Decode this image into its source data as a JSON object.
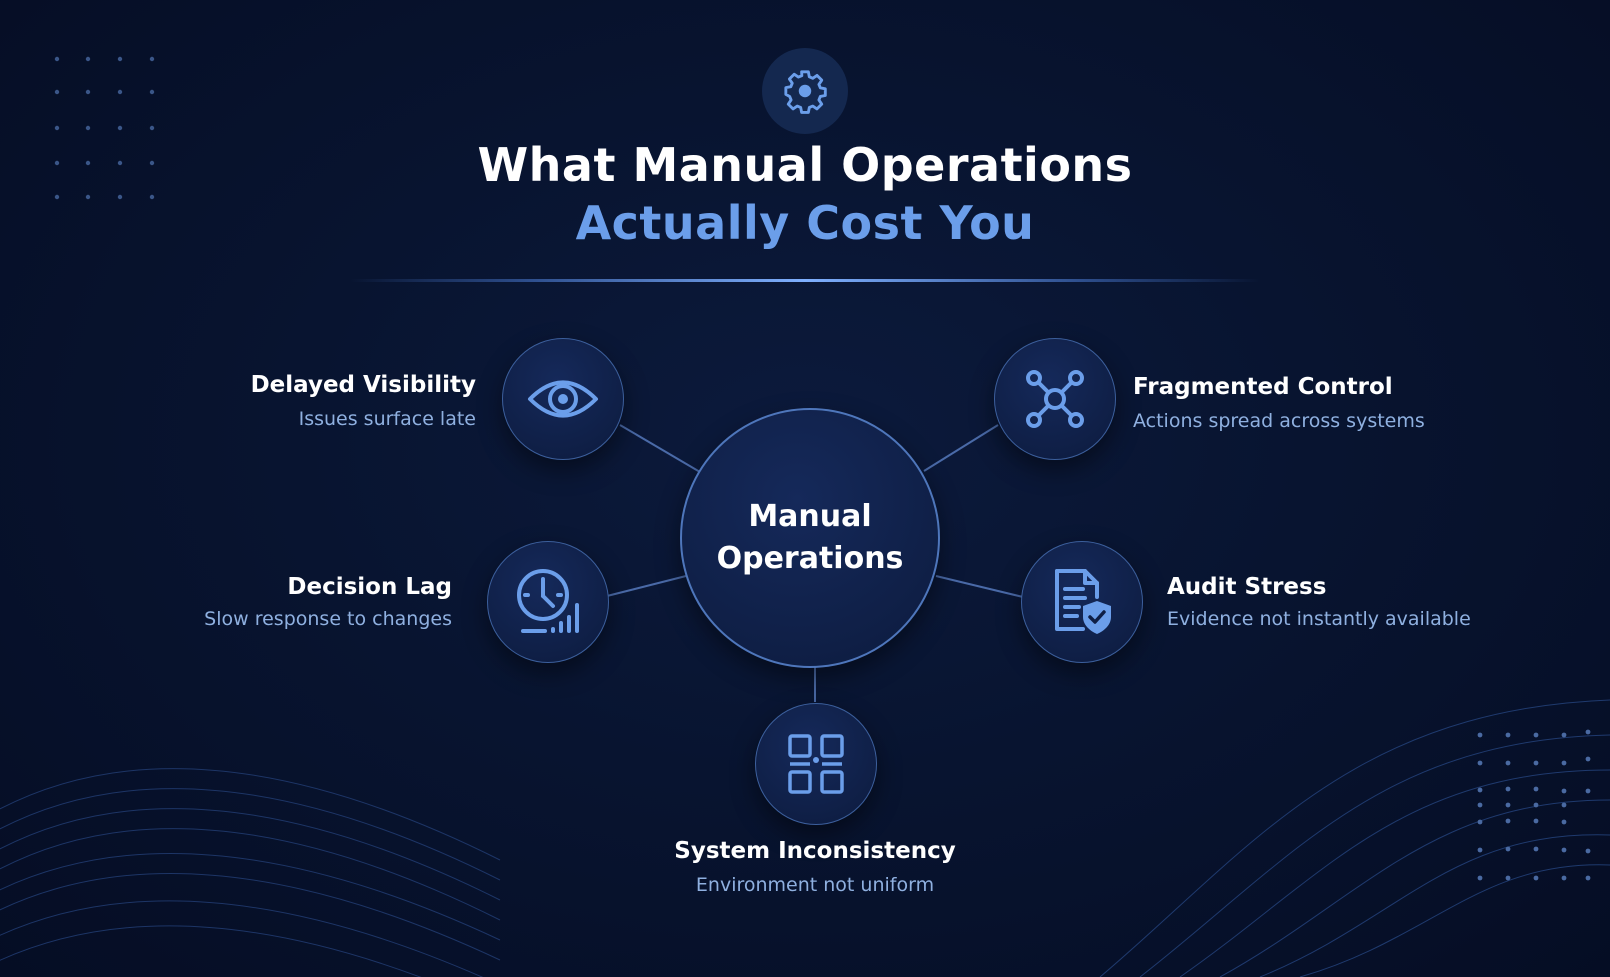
{
  "header": {
    "icon": "gear-icon",
    "title_line1": "What Manual Operations",
    "title_line2": "Actually Cost You"
  },
  "center": {
    "line1": "Manual",
    "line2": "Operations"
  },
  "items": [
    {
      "icon": "eye-icon",
      "title": "Delayed Visibility",
      "subtitle": "Issues surface late",
      "position": "top-left"
    },
    {
      "icon": "network-nodes-icon",
      "title": "Fragmented Control",
      "subtitle": "Actions spread across systems",
      "position": "top-right"
    },
    {
      "icon": "clock-chart-icon",
      "title": "Decision Lag",
      "subtitle": "Slow response to changes",
      "position": "middle-left"
    },
    {
      "icon": "document-shield-icon",
      "title": "Audit Stress",
      "subtitle": "Evidence not instantly available",
      "position": "middle-right"
    },
    {
      "icon": "grid-squares-icon",
      "title": "System Inconsistency",
      "subtitle": "Environment not uniform",
      "position": "bottom"
    }
  ],
  "colors": {
    "background": "#071230",
    "accent": "#6b9eea",
    "node_fill": "#0f1f46",
    "node_border": "#3c5f9c",
    "subtitle": "#8fb0e0",
    "title": "#ffffff"
  }
}
